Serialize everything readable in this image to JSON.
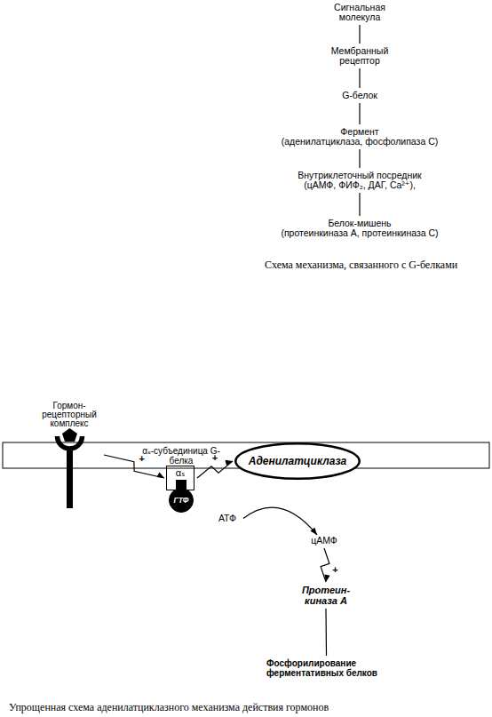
{
  "diagram": {
    "caption": "Упрощенная схема аденилатциклазного механизма действия гормонов",
    "nodes": [
      {
        "text": [
          "Сигнальная молекула"
        ]
      },
      {
        "text": [
          "Мембранный рецептор"
        ]
      },
      {
        "text": [
          "G-белок"
        ]
      },
      {
        "text": [
          "Фермент",
          "(аденилатциклаза, фосфолипаза С)"
        ]
      },
      {
        "text": [
          "Внутриклеточный посредник (цАМФ, ФИФ₂, ДАГ, Ca²⁺),"
        ]
      },
      {
        "text": [
          "Белок-мишень",
          "(протеинкиназа А, протеинкиназа С)"
        ]
      },
      {
        "text": [
          "Гормон-рецепторный комплекс"
        ]
      },
      {
        "text": [
          "αₛ-субъединица G-белка",
          "αₛ"
        ]
      },
      {
        "text": [
          "ГТФ"
        ]
      },
      {
        "text": [
          "Аденилатциклаза"
        ]
      },
      {
        "text": [
          "АТФ"
        ]
      },
      {
        "text": [
          "цАМФ"
        ]
      },
      {
        "text": [
          "Протеин-киназа А"
        ]
      },
      {
        "text": [
          "Фосфорилирование ферментативных белков"
        ]
      }
    ],
    "edges": [
      {
        "from": 0,
        "to": 1,
        "arrow": "to"
      },
      {
        "from": 1,
        "to": 2,
        "arrow": "to"
      },
      {
        "from": 2,
        "to": 3,
        "arrow": "to"
      },
      {
        "from": 3,
        "to": 4,
        "arrow": "to"
      },
      {
        "from": 4,
        "to": 5,
        "arrow": "to"
      },
      {
        "from": 6,
        "to": 7,
        "label": "+",
        "arrow": "to"
      },
      {
        "from": 7,
        "to": 9,
        "label": "+",
        "arrow": "to"
      },
      {
        "from": 10,
        "to": 11,
        "arrow": "to"
      },
      {
        "from": 11,
        "to": 12,
        "label": "+",
        "arrow": "to"
      },
      {
        "from": 12,
        "to": 13,
        "arrow": "to"
      }
    ],
    "labels": [
      "Схема механизма, связанного с G-белками"
    ]
  }
}
